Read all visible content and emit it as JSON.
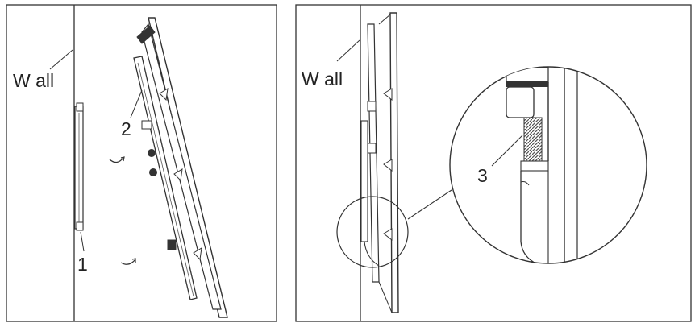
{
  "panel_left": {
    "wall_label": "W all",
    "callout_1": "1",
    "callout_2": "2"
  },
  "panel_right": {
    "wall_label": "W all",
    "callout_3": "3"
  },
  "colors": {
    "ink": "#333333",
    "paper": "#ffffff",
    "hatch": "#6a6a6a"
  }
}
